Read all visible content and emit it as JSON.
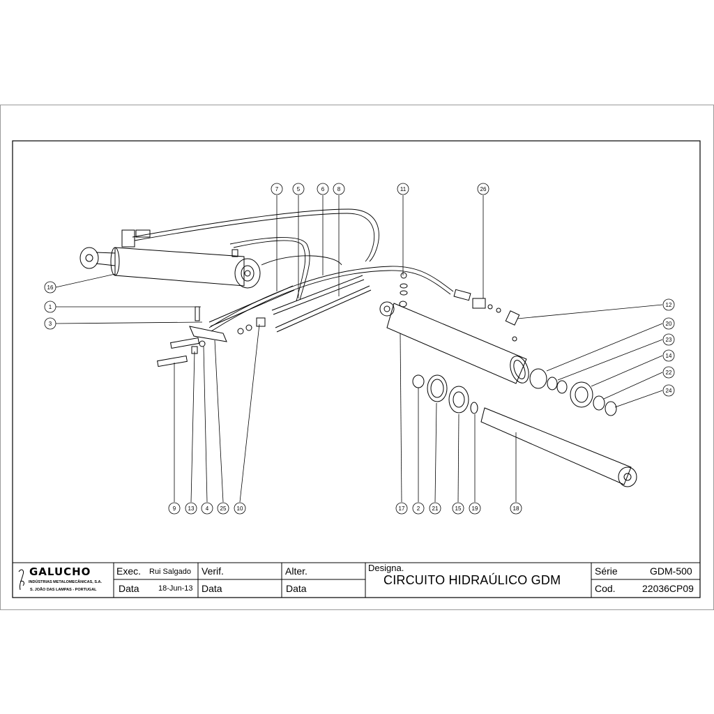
{
  "drawing": {
    "callouts": [
      "1",
      "3",
      "16",
      "7",
      "5",
      "6",
      "8",
      "11",
      "26",
      "12",
      "20",
      "23",
      "14",
      "22",
      "24",
      "9",
      "13",
      "4",
      "25",
      "10",
      "17",
      "2",
      "21",
      "15",
      "19",
      "18"
    ]
  },
  "title_block": {
    "company": {
      "name": "GALUCHO",
      "subtitle": "INDÚSTRIAS METALOMECÂNICAS, S.A.",
      "address": "S. JOÃO DAS LAMPAS - PORTUGAL"
    },
    "exec_label": "Exec.",
    "exec_value": "Rui Salgado",
    "data_label_1": "Data",
    "data_value_1": "18-Jun-13",
    "verif_label": "Verif.",
    "data_label_2": "Data",
    "alter_label": "Alter.",
    "data_label_3": "Data",
    "designa_label": "Designa.",
    "designa_value": "CIRCUITO HIDRAÚLICO GDM",
    "serie_label": "Série",
    "serie_value": "GDM-500",
    "cod_label": "Cod.",
    "cod_value": "22036CP09"
  }
}
